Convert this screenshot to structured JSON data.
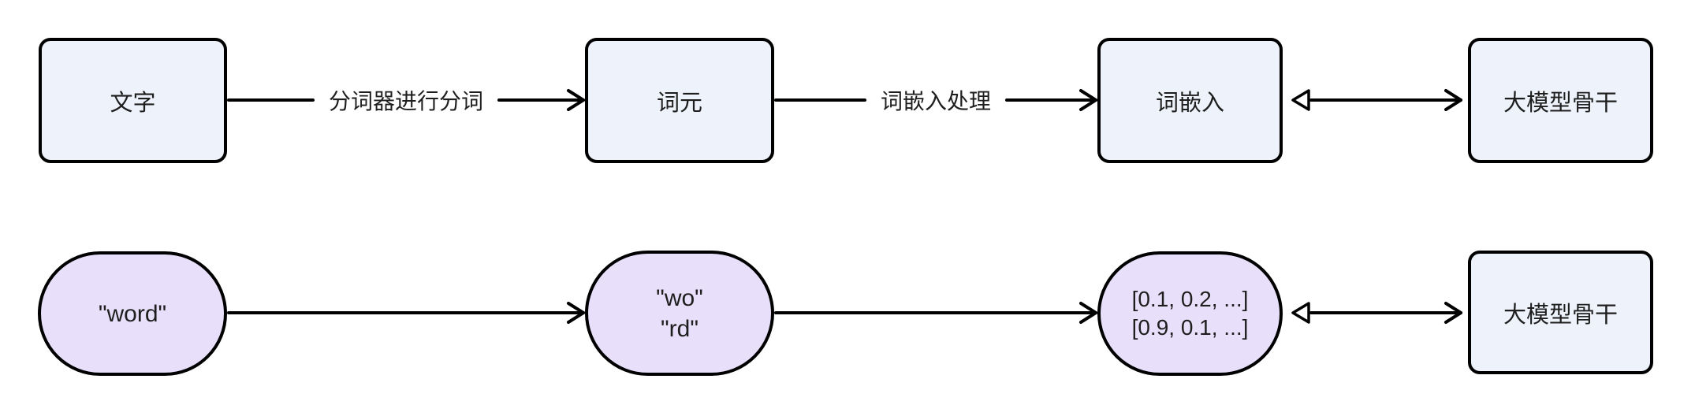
{
  "colors": {
    "node_fill_blue": "#edf2fb",
    "node_fill_purple": "#e8e0fa",
    "stroke": "#000000",
    "text": "#1e1e1e",
    "bg": "#ffffff"
  },
  "rows": {
    "concept": {
      "nodes": [
        {
          "label": "文字"
        },
        {
          "label": "词元"
        },
        {
          "label": "词嵌入"
        },
        {
          "label": "大模型骨干"
        }
      ],
      "edges": [
        {
          "label": "分词器进行分词",
          "type": "arrow"
        },
        {
          "label": "词嵌入处理",
          "type": "arrow"
        },
        {
          "label": "",
          "type": "double-arrow"
        }
      ]
    },
    "example": {
      "nodes": [
        {
          "line1": "\"word\"",
          "line2": ""
        },
        {
          "line1": "\"wo\"",
          "line2": "\"rd\""
        },
        {
          "line1": "[0.1, 0.2, ...]",
          "line2": "[0.9, 0.1, ...]"
        },
        {
          "label": "大模型骨干"
        }
      ],
      "edges": [
        {
          "label": "",
          "type": "arrow"
        },
        {
          "label": "",
          "type": "arrow"
        },
        {
          "label": "",
          "type": "double-arrow"
        }
      ]
    }
  }
}
